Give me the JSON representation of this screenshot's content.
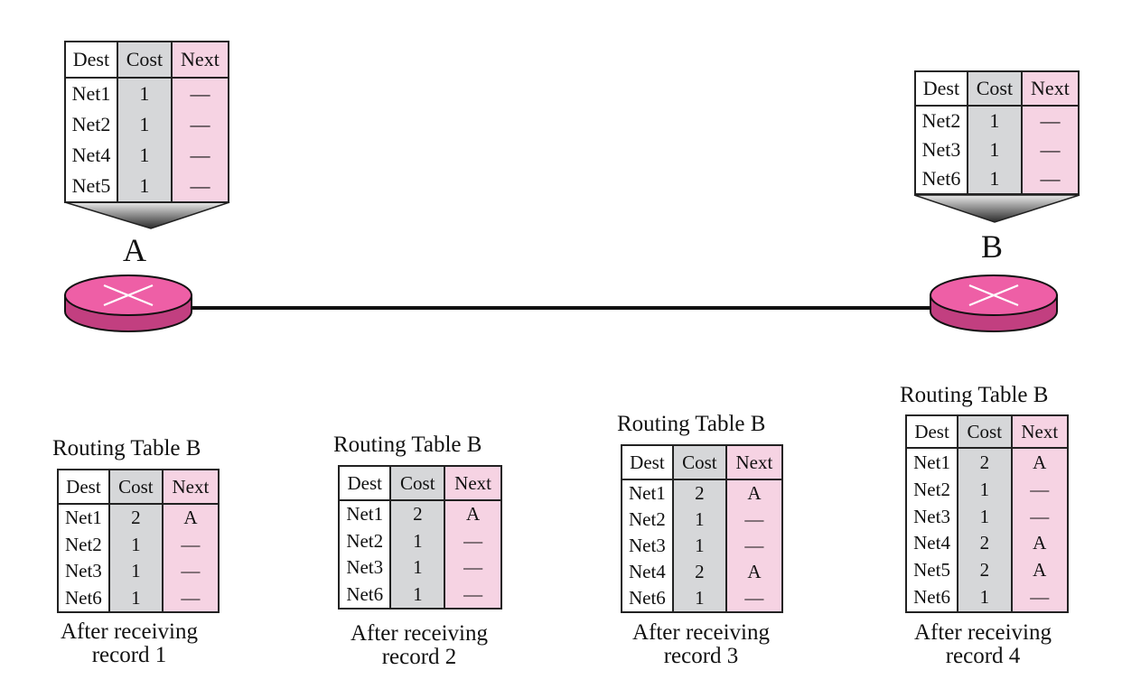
{
  "routers": {
    "a": {
      "label": "A"
    },
    "b": {
      "label": "B"
    }
  },
  "headers": {
    "dest": "Dest",
    "cost": "Cost",
    "next": "Next"
  },
  "table_a": {
    "rows": [
      {
        "dest": "Net1",
        "cost": "1",
        "next": "—"
      },
      {
        "dest": "Net2",
        "cost": "1",
        "next": "—"
      },
      {
        "dest": "Net4",
        "cost": "1",
        "next": "—"
      },
      {
        "dest": "Net5",
        "cost": "1",
        "next": "—"
      }
    ]
  },
  "table_b_initial": {
    "rows": [
      {
        "dest": "Net2",
        "cost": "1",
        "next": "—"
      },
      {
        "dest": "Net3",
        "cost": "1",
        "next": "—"
      },
      {
        "dest": "Net6",
        "cost": "1",
        "next": "—"
      }
    ]
  },
  "updates": [
    {
      "title": "Routing Table B",
      "caption_line1": "After receiving",
      "caption_line2": "record 1",
      "rows": [
        {
          "dest": "Net1",
          "cost": "2",
          "next": "A"
        },
        {
          "dest": "Net2",
          "cost": "1",
          "next": "—"
        },
        {
          "dest": "Net3",
          "cost": "1",
          "next": "—"
        },
        {
          "dest": "Net6",
          "cost": "1",
          "next": "—"
        }
      ]
    },
    {
      "title": "Routing Table B",
      "caption_line1": "After receiving",
      "caption_line2": "record 2",
      "rows": [
        {
          "dest": "Net1",
          "cost": "2",
          "next": "A"
        },
        {
          "dest": "Net2",
          "cost": "1",
          "next": "—"
        },
        {
          "dest": "Net3",
          "cost": "1",
          "next": "—"
        },
        {
          "dest": "Net6",
          "cost": "1",
          "next": "—"
        }
      ]
    },
    {
      "title": "Routing Table B",
      "caption_line1": "After receiving",
      "caption_line2": "record 3",
      "rows": [
        {
          "dest": "Net1",
          "cost": "2",
          "next": "A"
        },
        {
          "dest": "Net2",
          "cost": "1",
          "next": "—"
        },
        {
          "dest": "Net3",
          "cost": "1",
          "next": "—"
        },
        {
          "dest": "Net4",
          "cost": "2",
          "next": "A"
        },
        {
          "dest": "Net6",
          "cost": "1",
          "next": "—"
        }
      ]
    },
    {
      "title": "Routing Table B",
      "caption_line1": "After receiving",
      "caption_line2": "record 4",
      "rows": [
        {
          "dest": "Net1",
          "cost": "2",
          "next": "A"
        },
        {
          "dest": "Net2",
          "cost": "1",
          "next": "—"
        },
        {
          "dest": "Net3",
          "cost": "1",
          "next": "—"
        },
        {
          "dest": "Net4",
          "cost": "2",
          "next": "A"
        },
        {
          "dest": "Net5",
          "cost": "2",
          "next": "A"
        },
        {
          "dest": "Net6",
          "cost": "1",
          "next": "—"
        }
      ]
    }
  ],
  "colors": {
    "router_top": "#ee5fa6",
    "router_side": "#c23f80",
    "cost_column": "#d6d7d9",
    "next_column": "#f6d3e3"
  }
}
